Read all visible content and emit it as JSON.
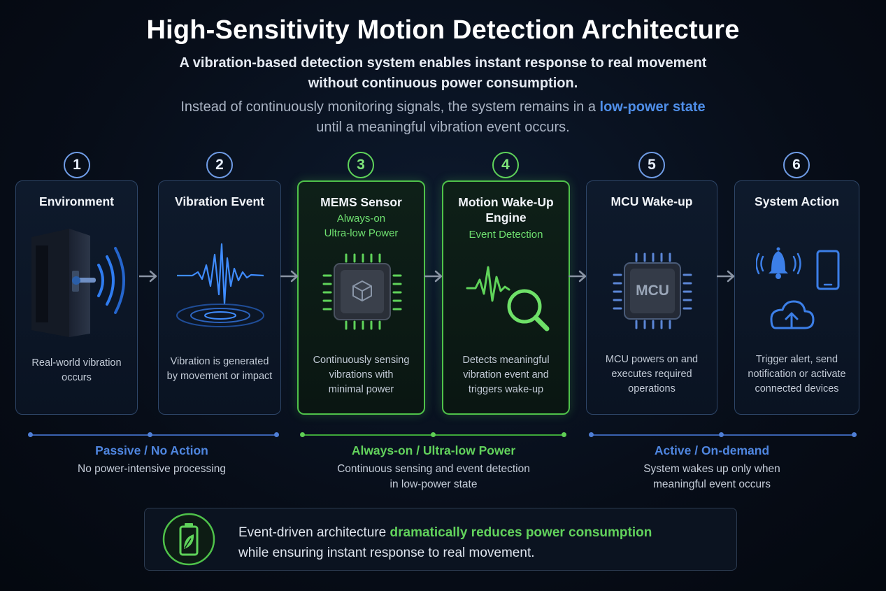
{
  "title": "High-Sensitivity Motion Detection Architecture",
  "subtitle_line1": "A vibration-based detection system enables instant response to real movement",
  "subtitle_line2": "without continuous power consumption.",
  "intro_line1_pre": "Instead of continuously monitoring signals, the system remains in a ",
  "intro_line1_highlight": "low-power state",
  "intro_line2": "until a meaningful vibration event occurs.",
  "steps": [
    {
      "number": "1",
      "title": "Environment",
      "desc": [
        "Real-world vibration",
        "occurs"
      ],
      "icon": "door-vibration-icon"
    },
    {
      "number": "2",
      "title": "Vibration Event",
      "desc": [
        "Vibration is generated",
        "by movement or impact"
      ],
      "icon": "waveform-icon"
    },
    {
      "number": "3",
      "title": "MEMS Sensor",
      "sub1": "Always-on",
      "sub2": "Ultra-low Power",
      "desc": [
        "Continuously sensing",
        "vibrations with",
        "minimal power"
      ],
      "icon": "sensor-chip-icon"
    },
    {
      "number": "4",
      "title_line1": "Motion Wake-Up",
      "title_line2": "Engine",
      "sub1": "Event Detection",
      "desc": [
        "Detects meaningful",
        "vibration event and",
        "triggers wake-up"
      ],
      "icon": "pulse-magnifier-icon"
    },
    {
      "number": "5",
      "title": "MCU Wake-up",
      "chip_label": "MCU",
      "desc": [
        "MCU powers on and",
        "executes required",
        "operations"
      ],
      "icon": "mcu-chip-icon"
    },
    {
      "number": "6",
      "title": "System Action",
      "desc": [
        "Trigger alert, send",
        "notification or activate",
        "connected devices"
      ],
      "icon": "alert-phone-cloud-icon"
    }
  ],
  "bands": [
    {
      "title": "Passive / No Action",
      "desc": [
        "No power-intensive processing"
      ],
      "color": "#4f7fd6"
    },
    {
      "title": "Always-on / Ultra-low Power",
      "desc": [
        "Continuous sensing and event detection",
        "in low-power state"
      ],
      "color": "#5fcf55"
    },
    {
      "title": "Active / On-demand",
      "desc": [
        "System wakes up only when",
        "meaningful event occurs"
      ],
      "color": "#4f7fd6"
    }
  ],
  "footer": {
    "line1_pre": "Event-driven architecture ",
    "line1_highlight": "dramatically reduces power consumption",
    "line2": "while ensuring instant response to real movement.",
    "icon": "battery-leaf-icon"
  },
  "colors": {
    "accent_blue": "#4f8ee8",
    "accent_green": "#5fd35a",
    "background": "#070d18"
  }
}
